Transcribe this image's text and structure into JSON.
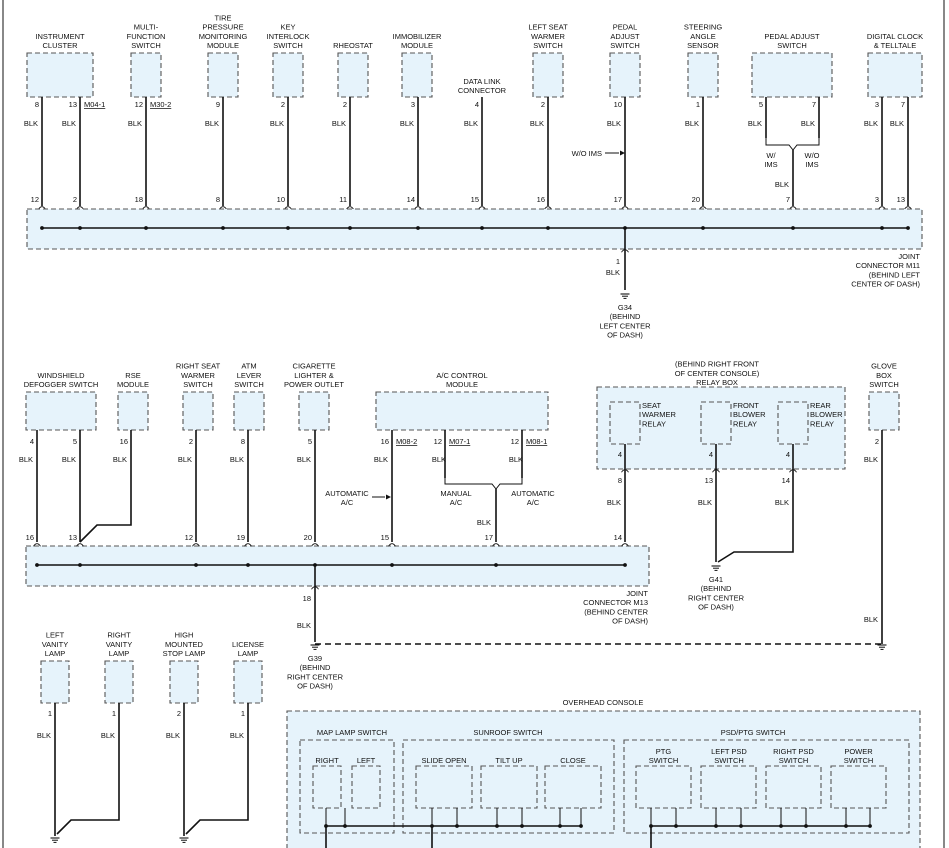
{
  "wire_color": "BLK",
  "colors": {
    "component_fill": "#e6f3fb",
    "outline": "#555555",
    "wire": "#111111"
  },
  "top_components": [
    {
      "label": [
        "INSTRUMENT",
        "CLUSTER"
      ],
      "pins": [
        "8",
        "13"
      ],
      "connector": "M04-1"
    },
    {
      "label": [
        "MULTI-",
        "FUNCTION",
        "SWITCH"
      ],
      "pins": [
        "12"
      ],
      "connector": "M30-2"
    },
    {
      "label": [
        "TIRE",
        "PRESSURE",
        "MONITORING",
        "MODULE"
      ],
      "pins": [
        "9"
      ]
    },
    {
      "label": [
        "KEY",
        "INTERLOCK",
        "SWITCH"
      ],
      "pins": [
        "2"
      ]
    },
    {
      "label": [
        "RHEOSTAT"
      ],
      "pins": [
        "2"
      ]
    },
    {
      "label": [
        "IMMOBILIZER",
        "MODULE"
      ],
      "pins": [
        "3"
      ]
    },
    {
      "label": [
        "DATA LINK",
        "CONNECTOR"
      ],
      "pins": [
        "4"
      ]
    },
    {
      "label": [
        "LEFT SEAT",
        "WARMER",
        "SWITCH"
      ],
      "pins": [
        "2"
      ]
    },
    {
      "label": [
        "PEDAL",
        "ADJUST",
        "SWITCH"
      ],
      "pins": [
        "10"
      ]
    },
    {
      "label": [
        "STEERING",
        "ANGLE",
        "SENSOR"
      ],
      "pins": [
        "1"
      ]
    },
    {
      "label": [
        "PEDAL ADJUST",
        "SWITCH"
      ],
      "pins": [
        "5",
        "7"
      ]
    },
    {
      "label": [
        "DIGITAL CLOCK",
        "& TELLTALE"
      ],
      "pins": [
        "3",
        "7"
      ]
    }
  ],
  "joint_m11": {
    "pins": [
      "12",
      "2",
      "18",
      "8",
      "10",
      "11",
      "14",
      "15",
      "16",
      "17",
      "20",
      "7",
      "3",
      "13"
    ],
    "label": [
      "JOINT",
      "CONNECTOR M11",
      "(BEHIND LEFT",
      "CENTER OF DASH)"
    ],
    "out_pin": "1",
    "ground": [
      "G34",
      "(BEHIND",
      "LEFT CENTER",
      "OF DASH)"
    ],
    "wo_ims": "W/O IMS",
    "w_ims": [
      "W/",
      "IMS"
    ],
    "wo_ims_pair": [
      "W/O",
      "IMS"
    ]
  },
  "mid_components": [
    {
      "label": [
        "WINDSHIELD",
        "DEFOGGER SWITCH"
      ],
      "pins": [
        "4",
        "5"
      ]
    },
    {
      "label": [
        "RSE",
        "MODULE"
      ],
      "pins": [
        "16"
      ]
    },
    {
      "label": [
        "RIGHT SEAT",
        "WARMER",
        "SWITCH"
      ],
      "pins": [
        "2"
      ]
    },
    {
      "label": [
        "ATM",
        "LEVER",
        "SWITCH"
      ],
      "pins": [
        "8"
      ]
    },
    {
      "label": [
        "CIGARETTE",
        "LIGHTER &",
        "POWER OUTLET"
      ],
      "pins": [
        "5"
      ]
    },
    {
      "label": [
        "A/C CONTROL",
        "MODULE"
      ],
      "pins": [
        "16",
        "12",
        "12"
      ],
      "connectors": [
        "M08-2",
        "M07-1",
        "M08-1"
      ]
    },
    {
      "label": [
        "GLOVE",
        "BOX",
        "SWITCH"
      ],
      "pins": [
        "2"
      ]
    }
  ],
  "ac_labels": {
    "automatic": [
      "AUTOMATIC",
      "A/C"
    ],
    "manual": [
      "MANUAL",
      "A/C"
    ]
  },
  "relay_box": {
    "label": [
      "(BEHIND RIGHT FRONT",
      "OF CENTER CONSOLE)",
      "RELAY BOX"
    ],
    "relays": [
      {
        "label": [
          "SEAT",
          "WARMER",
          "RELAY"
        ],
        "pin": "4",
        "out_pin": "8"
      },
      {
        "label": [
          "FRONT",
          "BLOWER",
          "RELAY"
        ],
        "pin": "4",
        "out_pin": "13"
      },
      {
        "label": [
          "REAR",
          "BLOWER",
          "RELAY"
        ],
        "pin": "4",
        "out_pin": "14"
      }
    ],
    "ground": [
      "G41",
      "(BEHIND",
      "RIGHT CENTER",
      "OF DASH)"
    ]
  },
  "joint_m13": {
    "pins": [
      "16",
      "13",
      "12",
      "19",
      "20",
      "15",
      "17",
      "14"
    ],
    "label": [
      "JOINT",
      "CONNECTOR M13",
      "(BEHIND CENTER",
      "OF DASH)"
    ],
    "out_pin": "18",
    "ground": [
      "G39",
      "(BEHIND",
      "RIGHT CENTER",
      "OF DASH)"
    ]
  },
  "lamps": [
    {
      "label": [
        "LEFT",
        "VANITY",
        "LAMP"
      ],
      "pin": "1"
    },
    {
      "label": [
        "RIGHT",
        "VANITY",
        "LAMP"
      ],
      "pin": "1"
    },
    {
      "label": [
        "HIGH",
        "MOUNTED",
        "STOP LAMP"
      ],
      "pin": "2"
    },
    {
      "label": [
        "LICENSE",
        "LAMP"
      ],
      "pin": "1"
    }
  ],
  "overhead": {
    "title": "OVERHEAD CONSOLE",
    "map_lamp": {
      "title": "MAP LAMP SWITCH",
      "items": [
        "RIGHT",
        "LEFT"
      ]
    },
    "sunroof": {
      "title": "SUNROOF SWITCH",
      "items": [
        "SLIDE OPEN",
        "TILT UP",
        "CLOSE"
      ]
    },
    "psd": {
      "title": "PSD/PTG SWITCH",
      "items": [
        [
          "PTG",
          "SWITCH"
        ],
        [
          "LEFT PSD",
          "SWITCH"
        ],
        [
          "RIGHT PSD",
          "SWITCH"
        ],
        [
          "POWER",
          "SWITCH"
        ]
      ]
    }
  }
}
